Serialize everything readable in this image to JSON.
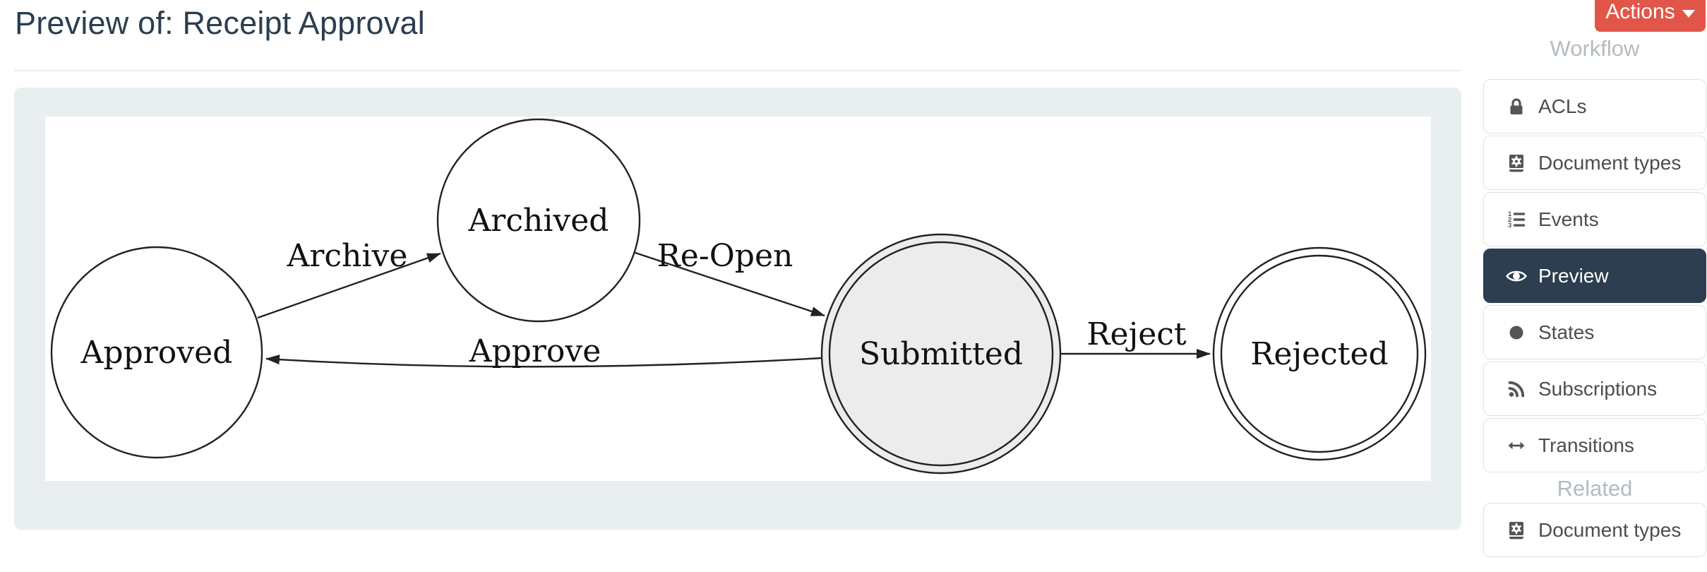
{
  "page": {
    "title": "Preview of: Receipt Approval"
  },
  "actions_button": {
    "label": "Actions",
    "caret_icon": "caret-down-icon"
  },
  "sidebar": {
    "sections": [
      {
        "heading": "Workflow",
        "items": [
          {
            "label": "ACLs",
            "icon": "lock-icon",
            "active": false
          },
          {
            "label": "Document types",
            "icon": "book-gear-icon",
            "active": false
          },
          {
            "label": "Events",
            "icon": "ordered-list-icon",
            "active": false
          },
          {
            "label": "Preview",
            "icon": "eye-icon",
            "active": true
          },
          {
            "label": "States",
            "icon": "circle-icon",
            "active": false
          },
          {
            "label": "Subscriptions",
            "icon": "rss-icon",
            "active": false
          },
          {
            "label": "Transitions",
            "icon": "transitions-icon",
            "active": false
          }
        ]
      },
      {
        "heading": "Related",
        "items": [
          {
            "label": "Document types",
            "icon": "book-gear-icon",
            "active": false
          }
        ]
      }
    ]
  },
  "diagram": {
    "states": [
      {
        "label": "Approved",
        "shape": "circle",
        "highlighted": false
      },
      {
        "label": "Archived",
        "shape": "circle",
        "highlighted": false
      },
      {
        "label": "Submitted",
        "shape": "doublecircle",
        "highlighted": true
      },
      {
        "label": "Rejected",
        "shape": "doublecircle",
        "highlighted": false
      }
    ],
    "transitions": [
      {
        "label": "Archive",
        "from": "Approved",
        "to": "Archived"
      },
      {
        "label": "Re-Open",
        "from": "Archived",
        "to": "Submitted"
      },
      {
        "label": "Approve",
        "from": "Submitted",
        "to": "Approved"
      },
      {
        "label": "Reject",
        "from": "Submitted",
        "to": "Rejected"
      }
    ]
  },
  "colors": {
    "accent_red": "#e25649",
    "active_item_bg": "#2c3e50",
    "title_text": "#2c3e50",
    "panel_bg": "#e9eef0",
    "submitted_fill": "#ececec"
  }
}
